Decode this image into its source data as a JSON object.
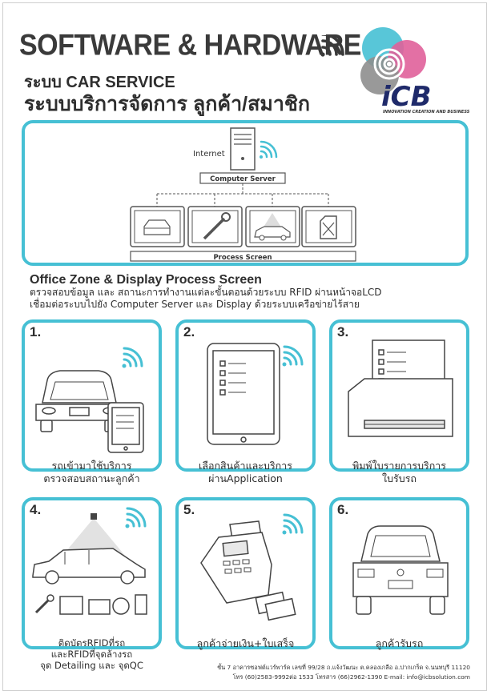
{
  "header": {
    "title": "SOFTWARE & HARDWARE",
    "subtitle1": "ระบบ CAR SERVICE",
    "subtitle2": "ระบบบริการจัดการ ลูกค้า/สมาชิก"
  },
  "logo": {
    "text": "iCB",
    "tagline": "INNOVATION CREATION AND BUSINESS",
    "colors": [
      "#46c0d4",
      "#e0609a",
      "#9a9a9a"
    ]
  },
  "network": {
    "internet_label": "Internet",
    "server_label": "Computer Server",
    "screen_label": "Process Screen",
    "screens": [
      "car-front-icon",
      "wrench-icon",
      "car-scan-icon",
      "fuel-can-icon"
    ]
  },
  "section": {
    "heading": "Office Zone & Display Process Screen",
    "line1": "ตรวจสอบข้อมูล และ สถานะการทำงานแต่ละขั้นตอนด้วยระบบ RFID ผ่านหน้าจอLCD",
    "line2": "เชื่อมต่อระบบไปยัง Computer Server และ Display ด้วยระบบเครือข่ายไร้สาย"
  },
  "steps": [
    {
      "number": "1.",
      "caption1": "รถเข้ามาใช้บริการ",
      "caption2": "ตรวจสอบสถานะลูกค้า",
      "icon": "car-tablet-icon"
    },
    {
      "number": "2.",
      "caption1": "เลือกสินค้าและบริการ",
      "caption2": "ผ่านApplication",
      "icon": "tablet-checklist-icon"
    },
    {
      "number": "3.",
      "caption1": "พิมพ์ใบรายการบริการ",
      "caption2": "ใบรับรถ",
      "icon": "printer-icon"
    },
    {
      "number": "4.",
      "caption1": "ติดบัตรRFIDที่รถ",
      "caption2": "และRFIDที่จุดล้างรถ",
      "caption3": "จุด Detailing และ จุดQC",
      "icon": "car-rfid-icon"
    },
    {
      "number": "5.",
      "caption1": "ลูกค้าจ่ายเงิน+ใบเสร็จ",
      "caption2": "",
      "icon": "card-terminal-icon"
    },
    {
      "number": "6.",
      "caption1": "ลูกค้ารับรถ",
      "caption2": "",
      "icon": "car-rear-icon"
    }
  ],
  "footer": {
    "line1": "ชั้น 7 อาคารซอฟต์แวร์พาร์ค เลขที่ 99/28 ถ.แจ้งวัฒนะ ต.คลองเกลือ  อ.ปากเกร็ด จ.นนทบุรี 11120",
    "line2": "โทร (60)2583-9992ต่อ 1533 โทรสาร (66)2962-1390 E-mail: info@icbsolution.com"
  }
}
